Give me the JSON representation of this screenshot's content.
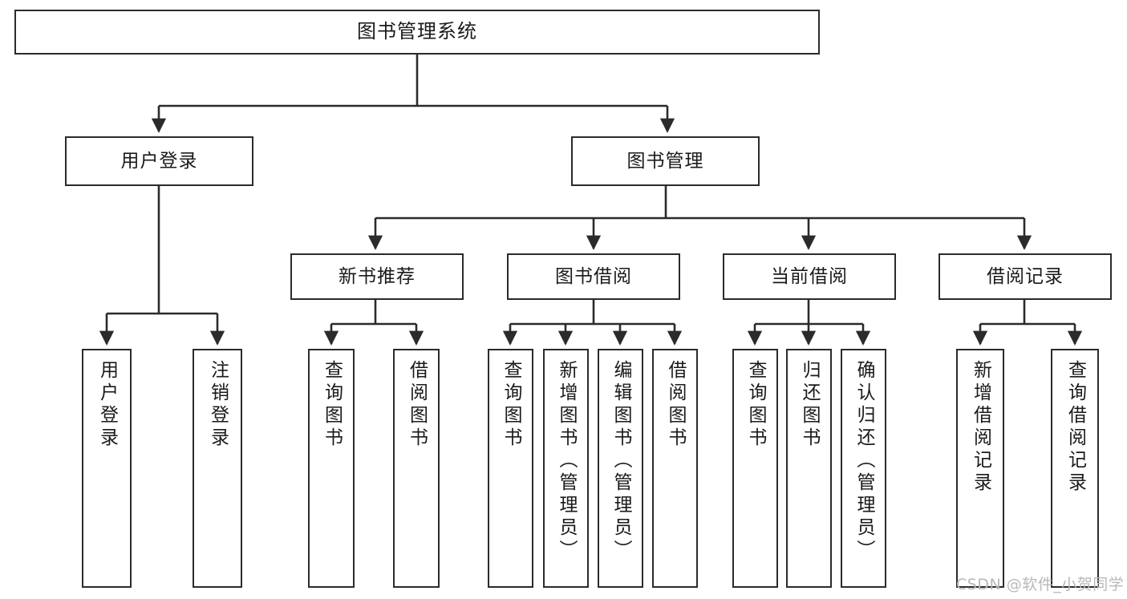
{
  "diagram": {
    "title": "图书管理系统",
    "type": "tree",
    "orientation": "top-down",
    "colors": {
      "box_border": "#2b2b2b",
      "box_fill": "#ffffff",
      "connector": "#2b2b2b",
      "text": "#1a1a1a",
      "watermark": "#b8b8b8",
      "background": "#ffffff"
    }
  },
  "nodes": {
    "root": {
      "id": "root",
      "label": "图书管理系统",
      "level": 0,
      "orientation": "horizontal"
    },
    "level1": [
      {
        "id": "user-login",
        "label": "用户登录",
        "level": 1,
        "orientation": "horizontal"
      },
      {
        "id": "book-management",
        "label": "图书管理",
        "level": 1,
        "orientation": "horizontal"
      }
    ],
    "level2": [
      {
        "id": "new-book-recommend",
        "label": "新书推荐",
        "level": 2,
        "orientation": "horizontal",
        "parent": "book-management"
      },
      {
        "id": "book-borrow",
        "label": "图书借阅",
        "level": 2,
        "orientation": "horizontal",
        "parent": "book-management"
      },
      {
        "id": "current-borrow",
        "label": "当前借阅",
        "level": 2,
        "orientation": "horizontal",
        "parent": "book-management"
      },
      {
        "id": "borrow-record",
        "label": "借阅记录",
        "level": 2,
        "orientation": "horizontal",
        "parent": "book-management"
      }
    ],
    "leaves": [
      {
        "id": "leaf-user-login",
        "label": "用户登录",
        "parent": "user-login",
        "orientation": "vertical"
      },
      {
        "id": "leaf-logout-login",
        "label": "注销登录",
        "parent": "user-login",
        "orientation": "vertical"
      },
      {
        "id": "leaf-query-book-1",
        "label": "查询图书",
        "parent": "new-book-recommend",
        "orientation": "vertical"
      },
      {
        "id": "leaf-borrow-book-1",
        "label": "借阅图书",
        "parent": "new-book-recommend",
        "orientation": "vertical"
      },
      {
        "id": "leaf-query-book-2",
        "label": "查询图书",
        "parent": "book-borrow",
        "orientation": "vertical"
      },
      {
        "id": "leaf-add-book",
        "label": "新增图书（管理员）",
        "parent": "book-borrow",
        "orientation": "vertical"
      },
      {
        "id": "leaf-edit-book",
        "label": "编辑图书（管理员）",
        "parent": "book-borrow",
        "orientation": "vertical"
      },
      {
        "id": "leaf-borrow-book-2",
        "label": "借阅图书",
        "parent": "book-borrow",
        "orientation": "vertical"
      },
      {
        "id": "leaf-query-book-3",
        "label": "查询图书",
        "parent": "current-borrow",
        "orientation": "vertical"
      },
      {
        "id": "leaf-return-book",
        "label": "归还图书",
        "parent": "current-borrow",
        "orientation": "vertical"
      },
      {
        "id": "leaf-confirm-return",
        "label": "确认归还（管理员）",
        "parent": "current-borrow",
        "orientation": "vertical"
      },
      {
        "id": "leaf-add-record",
        "label": "新增借阅记录",
        "parent": "borrow-record",
        "orientation": "vertical"
      },
      {
        "id": "leaf-query-record",
        "label": "查询借阅记录",
        "parent": "borrow-record",
        "orientation": "vertical"
      }
    ]
  },
  "watermark": {
    "text": "CSDN @软件_小贺同学"
  }
}
